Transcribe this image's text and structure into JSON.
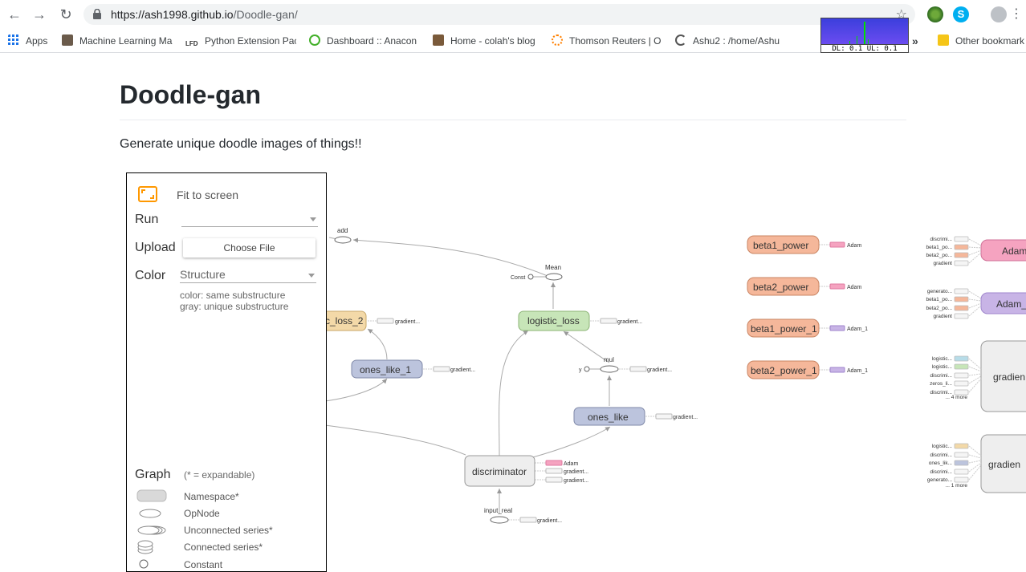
{
  "browser": {
    "url_host": "https://ash1998.github.io",
    "url_path": "/Doodle-gan/",
    "bookmarks": [
      {
        "label": "Apps",
        "icon": "apps-grid-icon",
        "color": "#1a73e8"
      },
      {
        "label": "Machine Learning Ma",
        "icon": "ml-avatar-icon",
        "color": "#6b5b4b"
      },
      {
        "label": "Python Extension Pac",
        "icon": "lfd-icon",
        "color": "#333333"
      },
      {
        "label": "Dashboard :: Anacon",
        "icon": "anaconda-icon",
        "color": "#43b02a"
      },
      {
        "label": "Home - colah's blog",
        "icon": "colah-icon",
        "color": "#7a5a3a"
      },
      {
        "label": "Thomson Reuters | O",
        "icon": "thomson-reuters-icon",
        "color": "#ff8000"
      },
      {
        "label": "Ashu2 : /home/Ashu",
        "icon": "jupyter-icon",
        "color": "#444444"
      },
      {
        "label": "Other bookmark",
        "icon": "folder-icon",
        "color": "#f5c518"
      }
    ],
    "overflow_label": "»",
    "netmon_label": "DL: 0.1 UL: 0.1"
  },
  "page": {
    "title": "Doodle-gan",
    "description": "Generate unique doodle images of things!!"
  },
  "controls": {
    "fit_label": "Fit to screen",
    "run_label": "Run",
    "run_value": "",
    "upload_label": "Upload",
    "choose_file": "Choose File",
    "color_label": "Color",
    "color_value": "Structure",
    "color_note_1": "color: same substructure",
    "color_note_2": "gray: unique substructure",
    "graph_label": "Graph",
    "graph_note": "(* = expandable)",
    "legend": [
      {
        "label": "Namespace*",
        "icon": "namespace-icon"
      },
      {
        "label": "OpNode",
        "icon": "opnode-icon"
      },
      {
        "label": "Unconnected series*",
        "icon": "unconnected-series-icon"
      },
      {
        "label": "Connected series*",
        "icon": "connected-series-icon"
      },
      {
        "label": "Constant",
        "icon": "constant-icon"
      }
    ]
  },
  "graph": {
    "nodes": {
      "loss2": "c_loss_2",
      "ones_like_1": "ones_like_1",
      "logistic_loss": "logistic_loss",
      "ones_like": "ones_like",
      "discriminator": "discriminator",
      "beta1_power": "beta1_power",
      "beta2_power": "beta2_power",
      "beta1_power_1": "beta1_power_1",
      "beta2_power_1": "beta2_power_1",
      "adam_a": "Adam",
      "adam_b": "Adam_",
      "gradient_a": "gradien",
      "gradient_b": "gradien"
    },
    "ops": {
      "add": "add",
      "mean": "Mean",
      "const": "Const",
      "mul": "mul",
      "y": "y",
      "input_real": "input_real"
    },
    "small": {
      "gradient": "gradient...",
      "gradient_short": "gradient",
      "adam": "Adam",
      "adam_1": "Adam_1",
      "discrimi": "discrimi...",
      "beta1_po": "beta1_po...",
      "beta2_po": "beta2_po...",
      "generato": "generato...",
      "logistic": "logistic...",
      "zeros_li": "zeros_li...",
      "ones_lik": "ones_lik...",
      "more_4": "... 4 more",
      "more_1": "... 1 more"
    }
  },
  "colors": {
    "accent_orange": "#ff9800",
    "node_blue": "#bcc4dd",
    "node_green": "#c7e5b8",
    "node_tan": "#f3d9a8",
    "node_salmon": "#f5b79a",
    "node_pink": "#f5a3c0",
    "node_purple": "#c8b4e6",
    "node_gray": "#eeeeee"
  }
}
